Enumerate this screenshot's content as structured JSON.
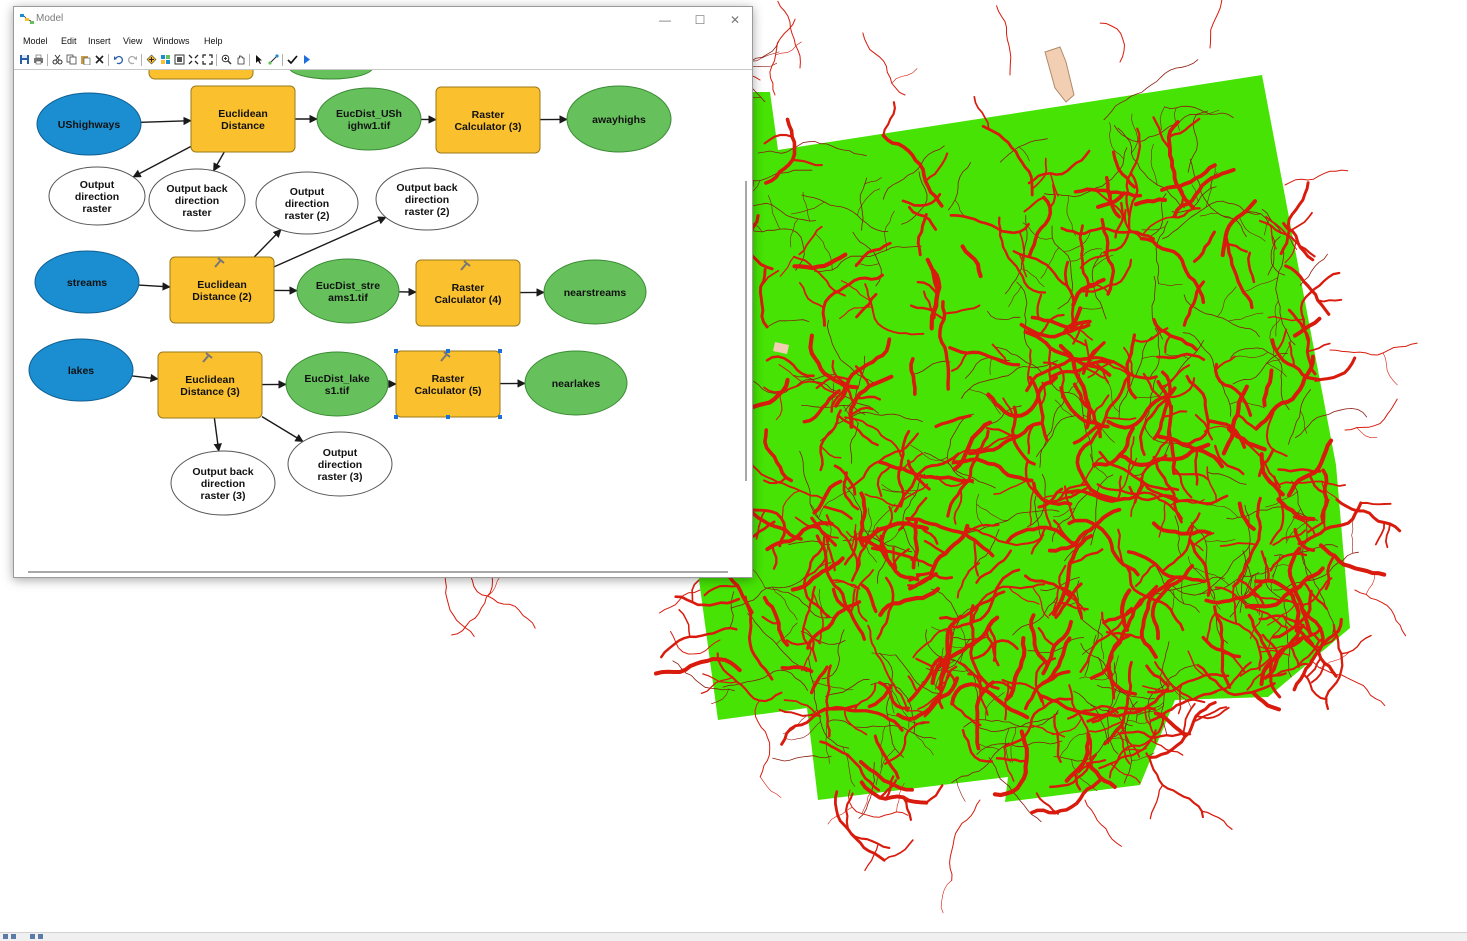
{
  "window": {
    "title": "Model",
    "minimize_glyph": "—",
    "maximize_glyph": "☐",
    "close_glyph": "✕"
  },
  "menu": [
    "Model",
    "Edit",
    "Insert",
    "View",
    "Windows",
    "Help"
  ],
  "toolbar": {
    "icons": [
      "save-icon",
      "print-icon",
      "cut-icon",
      "copy-icon",
      "paste-icon",
      "delete-icon",
      "undo-icon",
      "redo-icon",
      "add-data-icon",
      "auto-layout-icon",
      "full-extent-icon",
      "fixed-zoom-in-icon",
      "fixed-zoom-out-icon",
      "zoom-in-icon",
      "pan-icon",
      "select-icon",
      "connect-icon",
      "validate-icon",
      "run-icon"
    ]
  },
  "model": {
    "nodes": [
      {
        "id": "ushighways",
        "type": "input",
        "label": [
          "UShighways"
        ]
      },
      {
        "id": "ed1",
        "type": "tool",
        "label": [
          "Euclidean",
          "Distance"
        ]
      },
      {
        "id": "eucdist_ush",
        "type": "derived",
        "label": [
          "EucDist_USh",
          "ighw1.tif"
        ]
      },
      {
        "id": "rc3",
        "type": "tool",
        "label": [
          "Raster",
          "Calculator (3)"
        ]
      },
      {
        "id": "awayhighs",
        "type": "derived",
        "label": [
          "awayhighs"
        ]
      },
      {
        "id": "odr1",
        "type": "output",
        "label": [
          "Output",
          "direction",
          "raster"
        ]
      },
      {
        "id": "obdr1",
        "type": "output",
        "label": [
          "Output back",
          "direction",
          "raster"
        ]
      },
      {
        "id": "odr2",
        "type": "output",
        "label": [
          "Output",
          "direction",
          "raster (2)"
        ]
      },
      {
        "id": "obdr2",
        "type": "output",
        "label": [
          "Output back",
          "direction",
          "raster (2)"
        ]
      },
      {
        "id": "streams",
        "type": "input",
        "label": [
          "streams"
        ]
      },
      {
        "id": "ed2",
        "type": "tool",
        "label": [
          "Euclidean",
          "Distance (2)"
        ]
      },
      {
        "id": "eucdist_str",
        "type": "derived",
        "label": [
          "EucDist_stre",
          "ams1.tif"
        ]
      },
      {
        "id": "rc4",
        "type": "tool",
        "label": [
          "Raster",
          "Calculator (4)"
        ]
      },
      {
        "id": "nearstreams",
        "type": "derived",
        "label": [
          "nearstreams"
        ]
      },
      {
        "id": "lakes",
        "type": "input",
        "label": [
          "lakes"
        ]
      },
      {
        "id": "ed3",
        "type": "tool",
        "label": [
          "Euclidean",
          "Distance (3)"
        ]
      },
      {
        "id": "eucdist_lak",
        "type": "derived",
        "label": [
          "EucDist_lake",
          "s1.tif"
        ]
      },
      {
        "id": "rc5",
        "type": "tool",
        "label": [
          "Raster",
          "Calculator (5)"
        ]
      },
      {
        "id": "nearlakes",
        "type": "derived",
        "label": [
          "nearlakes"
        ]
      },
      {
        "id": "obdr3",
        "type": "output",
        "label": [
          "Output back",
          "direction",
          "raster (3)"
        ]
      },
      {
        "id": "odr3",
        "type": "output",
        "label": [
          "Output",
          "direction",
          "raster (3)"
        ]
      }
    ],
    "connections": [
      [
        "ushighways",
        "ed1"
      ],
      [
        "ed1",
        "eucdist_ush"
      ],
      [
        "eucdist_ush",
        "rc3"
      ],
      [
        "rc3",
        "awayhighs"
      ],
      [
        "ed1",
        "odr1"
      ],
      [
        "ed1",
        "obdr1"
      ],
      [
        "streams",
        "ed2"
      ],
      [
        "ed2",
        "eucdist_str"
      ],
      [
        "eucdist_str",
        "rc4"
      ],
      [
        "rc4",
        "nearstreams"
      ],
      [
        "ed2",
        "odr2"
      ],
      [
        "ed2",
        "obdr2"
      ],
      [
        "lakes",
        "ed3"
      ],
      [
        "ed3",
        "eucdist_lak"
      ],
      [
        "eucdist_lak",
        "rc5"
      ],
      [
        "rc5",
        "nearlakes"
      ],
      [
        "ed3",
        "obdr3"
      ],
      [
        "ed3",
        "odr3"
      ]
    ],
    "selected": "rc5",
    "colors": {
      "input": "#1b8ed1",
      "tool": "#fbc02d",
      "derived": "#66c15c",
      "output": "#ffffff",
      "line": "#1a1a1a",
      "selection": "#1e6fd9"
    }
  },
  "map": {
    "colors": {
      "land": "#46e304",
      "network": "#d81b0c",
      "drainage_dark": "#8b1a0c",
      "lake": "#f2cfb3",
      "background": "#ffffff"
    }
  },
  "statusbar": {
    "icons": [
      "layout-view-icon",
      "data-view-icon",
      "refresh-icon",
      "pause-icon"
    ]
  }
}
